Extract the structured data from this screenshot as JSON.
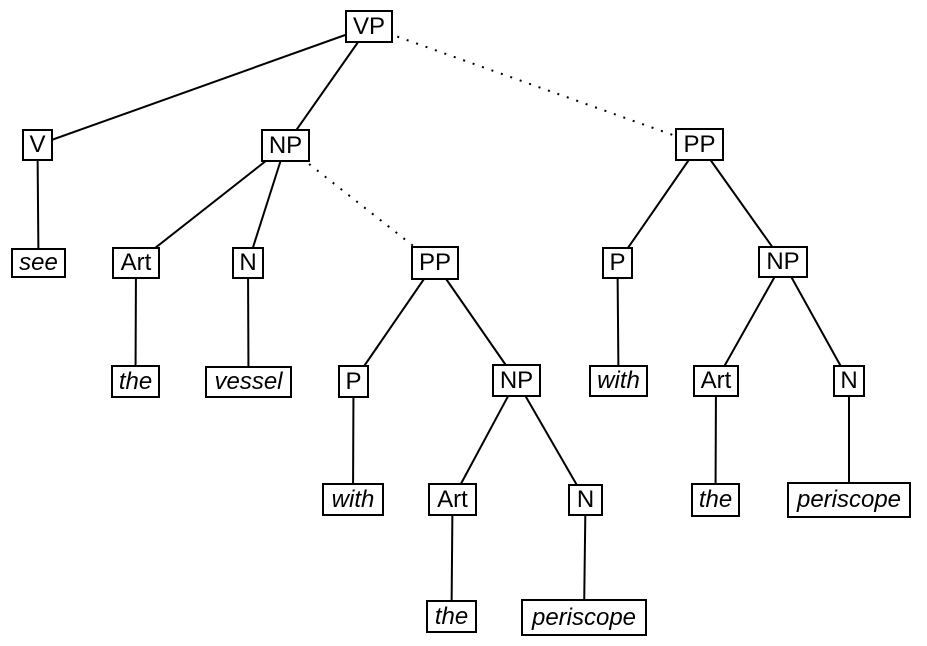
{
  "diagram": {
    "kind": "syntax-parse-tree",
    "edge_colors": {
      "line": "#000000"
    },
    "box_style": {
      "border": "#000000",
      "fill": "#ffffff"
    }
  },
  "nodes": [
    {
      "id": "vp",
      "label": "VP"
    },
    {
      "id": "v",
      "label": "V"
    },
    {
      "id": "np1",
      "label": "NP"
    },
    {
      "id": "pp2",
      "label": "PP"
    },
    {
      "id": "see",
      "label": "see"
    },
    {
      "id": "art1",
      "label": "Art"
    },
    {
      "id": "n1",
      "label": "N"
    },
    {
      "id": "pp1",
      "label": "PP"
    },
    {
      "id": "p2",
      "label": "P"
    },
    {
      "id": "np2",
      "label": "NP"
    },
    {
      "id": "the1",
      "label": "the"
    },
    {
      "id": "vessel",
      "label": "vessel"
    },
    {
      "id": "p1",
      "label": "P"
    },
    {
      "id": "np3",
      "label": "NP"
    },
    {
      "id": "with2",
      "label": "with"
    },
    {
      "id": "art2",
      "label": "Art"
    },
    {
      "id": "n2",
      "label": "N"
    },
    {
      "id": "with1",
      "label": "with"
    },
    {
      "id": "art3",
      "label": "Art"
    },
    {
      "id": "n3",
      "label": "N"
    },
    {
      "id": "the2",
      "label": "the"
    },
    {
      "id": "periscope2",
      "label": "periscope"
    },
    {
      "id": "the3",
      "label": "the"
    },
    {
      "id": "periscope1",
      "label": "periscope"
    }
  ],
  "edges": [
    {
      "from": "vp",
      "to": "v",
      "style": "solid"
    },
    {
      "from": "vp",
      "to": "np1",
      "style": "solid"
    },
    {
      "from": "vp",
      "to": "pp2",
      "style": "dotted"
    },
    {
      "from": "v",
      "to": "see",
      "style": "solid"
    },
    {
      "from": "np1",
      "to": "art1",
      "style": "solid"
    },
    {
      "from": "np1",
      "to": "n1",
      "style": "solid"
    },
    {
      "from": "np1",
      "to": "pp1",
      "style": "dotted"
    },
    {
      "from": "art1",
      "to": "the1",
      "style": "solid"
    },
    {
      "from": "n1",
      "to": "vessel",
      "style": "solid"
    },
    {
      "from": "pp1",
      "to": "p1",
      "style": "solid"
    },
    {
      "from": "pp1",
      "to": "np3",
      "style": "solid"
    },
    {
      "from": "p1",
      "to": "with1",
      "style": "solid"
    },
    {
      "from": "np3",
      "to": "art3",
      "style": "solid"
    },
    {
      "from": "np3",
      "to": "n3",
      "style": "solid"
    },
    {
      "from": "art3",
      "to": "the3",
      "style": "solid"
    },
    {
      "from": "n3",
      "to": "periscope1",
      "style": "solid"
    },
    {
      "from": "pp2",
      "to": "p2",
      "style": "solid"
    },
    {
      "from": "pp2",
      "to": "np2",
      "style": "solid"
    },
    {
      "from": "p2",
      "to": "with2",
      "style": "solid"
    },
    {
      "from": "np2",
      "to": "art2",
      "style": "solid"
    },
    {
      "from": "np2",
      "to": "n2",
      "style": "solid"
    },
    {
      "from": "art2",
      "to": "the2",
      "style": "solid"
    },
    {
      "from": "n2",
      "to": "periscope2",
      "style": "solid"
    }
  ]
}
